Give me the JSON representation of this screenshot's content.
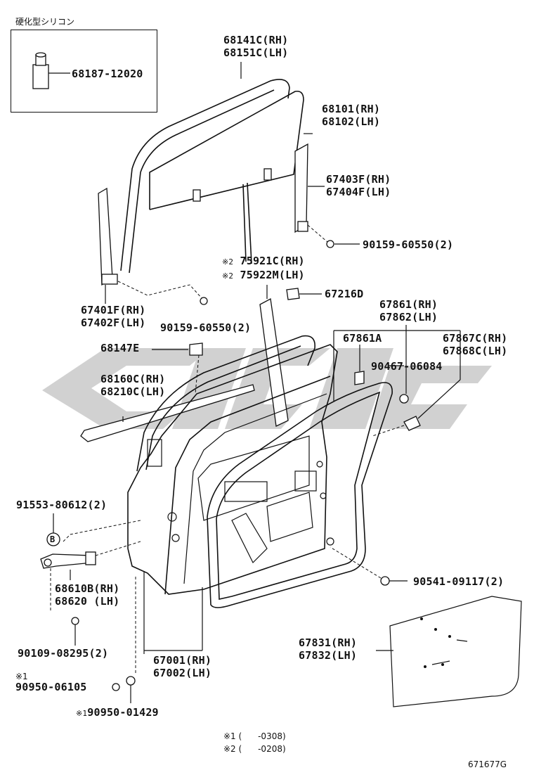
{
  "inset": {
    "title": "硬化型シリコン",
    "part": "68187-12020"
  },
  "labels": {
    "p68141": "68141C(RH)",
    "p68151": "68151C(LH)",
    "p68101": "68101(RH)",
    "p68102": "68102(LH)",
    "p67403": "67403F(RH)",
    "p67404": "67404F(LH)",
    "p90159a": "90159-60550(2)",
    "p75921": "75921C(RH)",
    "p75922": "75922M(LH)",
    "p67216": "67216D",
    "p67401": "67401F(RH)",
    "p67402": "67402F(LH)",
    "p90159b": "90159-60550(2)",
    "p67861": "67861(RH)",
    "p67862": "67862(LH)",
    "p67861a": "67861A",
    "p67867": "67867C(RH)",
    "p67868": "67868C(LH)",
    "p90467": "90467-06084",
    "p68147": "68147E",
    "p68160": "68160C(RH)",
    "p68210": "68210C(LH)",
    "p91553": "91553-80612(2)",
    "callout_b": "B",
    "p68610": "68610B(RH)",
    "p68620": "68620  (LH)",
    "p90541": "90541-09117(2)",
    "p90109": "90109-08295(2)",
    "p67831": "67831(RH)",
    "p67832": "67832(LH)",
    "p67001": "67001(RH)",
    "p67002": "67002(LH)",
    "p90950a": "90950-06105",
    "p90950b": "90950-01429"
  },
  "marks": {
    "m1": "※1",
    "m2": "※2"
  },
  "notes": [
    {
      "mark": "※1",
      "text": "(      -0308)"
    },
    {
      "mark": "※2",
      "text": "(      -0208)"
    }
  ],
  "figure_id": "671677G",
  "watermark_color": "#c9c9c9"
}
